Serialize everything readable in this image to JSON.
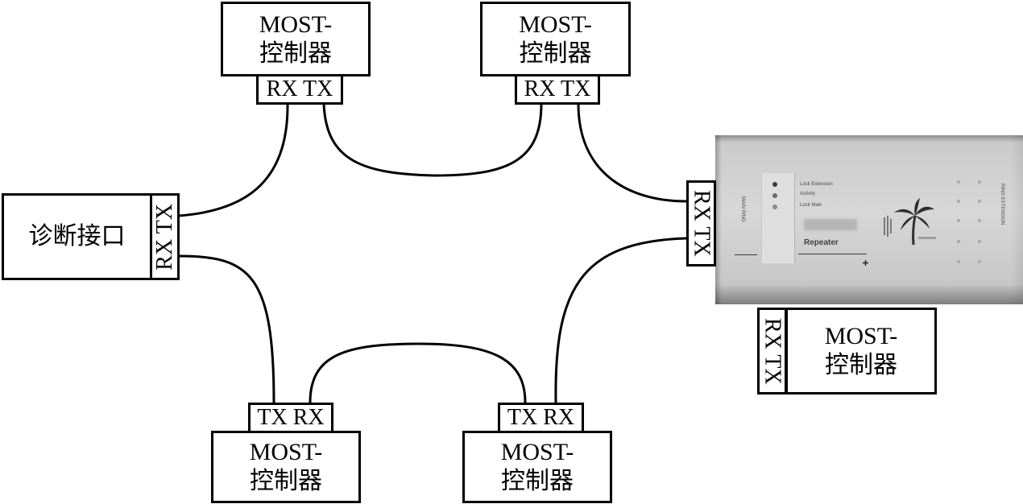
{
  "nodes": {
    "top_left": {
      "title": "MOST-",
      "subtitle": "控制器",
      "port": "RX TX"
    },
    "top_right": {
      "title": "MOST-",
      "subtitle": "控制器",
      "port": "RX TX"
    },
    "diagnostic": {
      "label": "诊断接口",
      "port": "RX TX"
    },
    "repeater": {
      "port": "RX TX",
      "main_ring": "MAIN RING",
      "ring_extension": "RING EXTENSION",
      "led_labels": [
        "Lock Extension",
        "Activity",
        "Lock Main"
      ],
      "model": "Repeater",
      "logo_icon": "palm-tree-logo"
    },
    "right": {
      "title": "MOST-",
      "subtitle": "控制器",
      "port": "RX TX"
    },
    "bottom_left": {
      "title": "MOST-",
      "subtitle": "控制器",
      "port": "TX RX"
    },
    "bottom_center": {
      "title": "MOST-",
      "subtitle": "控制器",
      "port": "TX RX"
    }
  },
  "colors": {
    "line": "#000000",
    "background": "#ffffff",
    "device_body": "#cfcfcf"
  }
}
